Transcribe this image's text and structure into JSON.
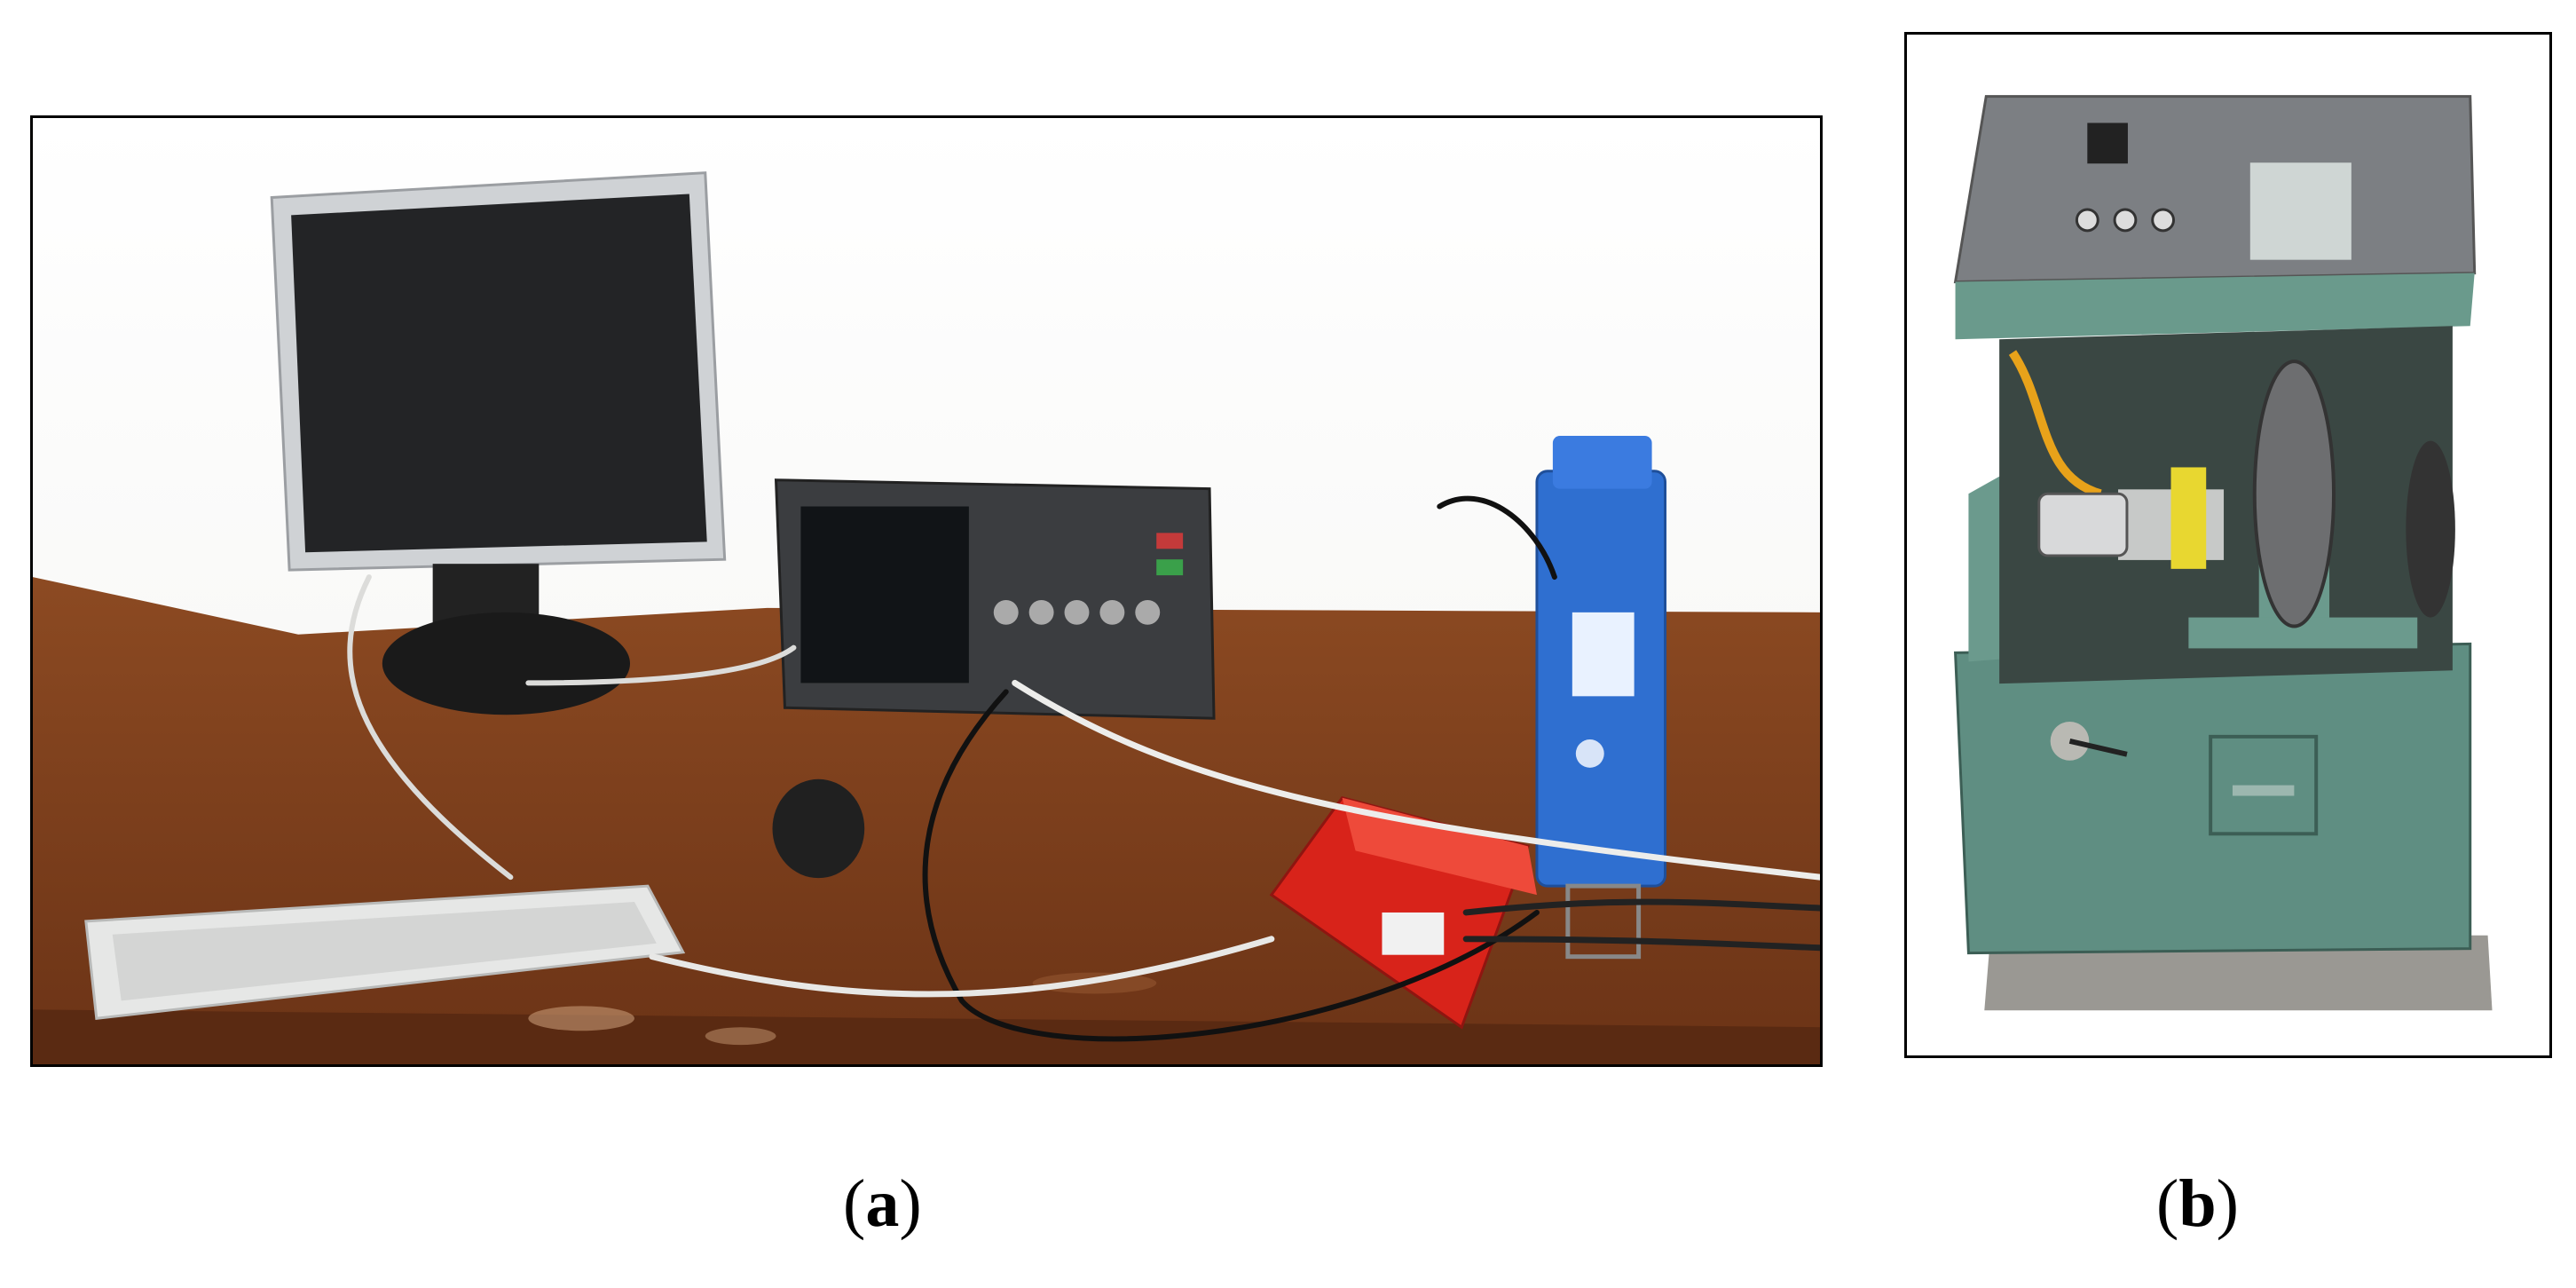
{
  "figure": {
    "panels": [
      {
        "id": "a",
        "label": "a",
        "content": "photo",
        "objects": [
          "monitor-icon",
          "keyboard-icon",
          "mouse-icon",
          "oscilloscope-icon",
          "handheld-analyzer-icon",
          "daq-box-icon",
          "cable-icon",
          "desk-icon"
        ]
      },
      {
        "id": "b",
        "label": "b",
        "content": "photo",
        "objects": [
          "test-machine-cabinet-icon",
          "flywheel-icon",
          "motor-icon",
          "concrete-base-icon"
        ]
      }
    ],
    "colors": {
      "desk": "#7a3d1c",
      "daq_box": "#d8231a",
      "analyzer": "#2f6fd0",
      "machine": "#5f8e82",
      "machine_lid": "#7c7f83"
    }
  }
}
